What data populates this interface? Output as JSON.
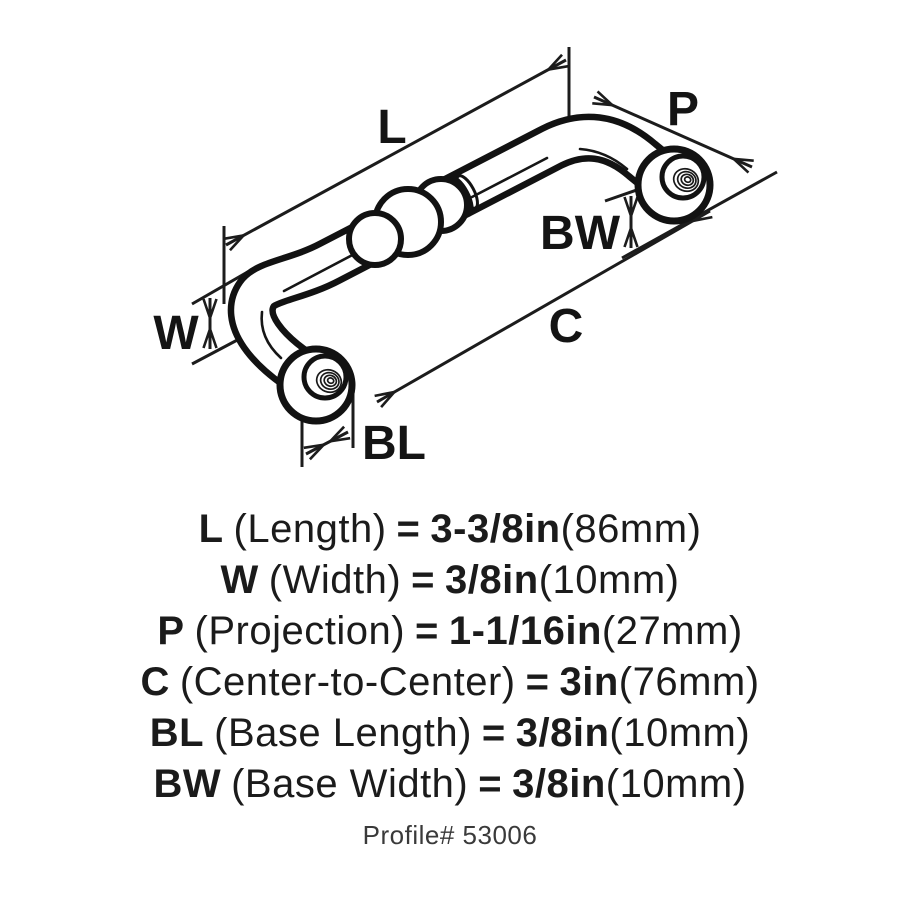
{
  "diagram": {
    "labels": {
      "l": "L",
      "p": "P",
      "bw": "BW",
      "c": "C",
      "w": "W",
      "bl": "BL"
    }
  },
  "specs": {
    "rows": [
      {
        "code": "L",
        "name": "(Length)",
        "eq": "=",
        "value": "3-3/8in",
        "metric": "(86mm)"
      },
      {
        "code": "W",
        "name": "(Width)",
        "eq": "=",
        "value": "3/8in",
        "metric": "(10mm)"
      },
      {
        "code": "P",
        "name": "(Projection)",
        "eq": "=",
        "value": "1-1/16in",
        "metric": "(27mm)"
      },
      {
        "code": "C",
        "name": "(Center-to-Center)",
        "eq": "=",
        "value": "3in",
        "metric": "(76mm)"
      },
      {
        "code": "BL",
        "name": "(Base Length)",
        "eq": "=",
        "value": "3/8in",
        "metric": "(10mm)"
      },
      {
        "code": "BW",
        "name": "(Base Width)",
        "eq": "=",
        "value": "3/8in",
        "metric": "(10mm)"
      }
    ],
    "profile": "Profile# 53006"
  },
  "colors": {
    "ink": "#1c1c1c",
    "background": "#ffffff",
    "profile_text": "#3a3a3a"
  }
}
